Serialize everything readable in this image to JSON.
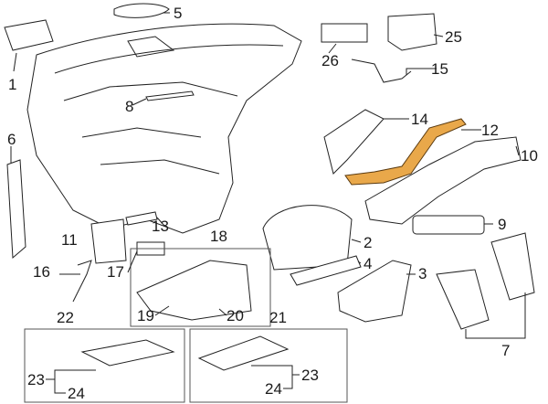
{
  "diagram": {
    "highlight_color": "#e9a84a",
    "callouts": {
      "c1": "1",
      "c2": "2",
      "c3": "3",
      "c4": "4",
      "c5": "5",
      "c6": "6",
      "c7": "7",
      "c8": "8",
      "c9": "9",
      "c10": "10",
      "c11": "11",
      "c12": "12",
      "c13": "13",
      "c14": "14",
      "c15": "15",
      "c16": "16",
      "c17": "17",
      "c18": "18",
      "c19": "19",
      "c20": "20",
      "c21": "21",
      "c22": "22",
      "c23a": "23",
      "c23b": "23",
      "c24a": "24",
      "c24b": "24",
      "c25": "25",
      "c26": "26"
    }
  }
}
